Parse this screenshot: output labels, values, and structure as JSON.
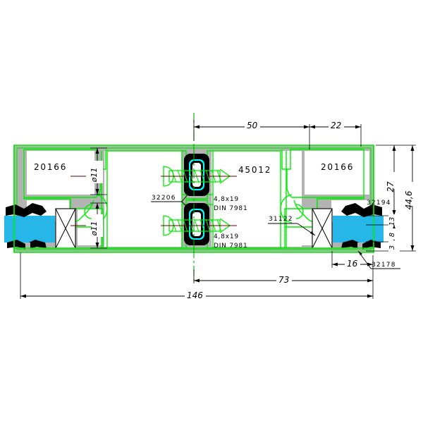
{
  "drawing": {
    "type": "cad-cross-section",
    "title": "Aluminium profile cross-section",
    "background_color": "#ffffff",
    "colors": {
      "outline": "#00ee00",
      "fill_aluminium": "#b3b3b3",
      "glass": "#27b6e8",
      "gasket": "#000000",
      "screw": "#00ee00",
      "dimension": "#000000",
      "centerline": "#00aa00",
      "axis_red": "#660000"
    }
  },
  "part_labels": {
    "left_profile": "20166",
    "right_profile": "20166",
    "center_profile": "45012",
    "isolator_left": "32206",
    "gasket_inner_right": "31122",
    "gasket_outer_right": "32194",
    "gasket_bottom_right": "32178"
  },
  "screws": [
    {
      "size": "4,8x19",
      "standard": "DIN 7981"
    },
    {
      "size": "4,8x19",
      "standard": "DIN 7981"
    }
  ],
  "dimensions": {
    "top": [
      {
        "value": "50"
      },
      {
        "value": "22"
      }
    ],
    "bottom": [
      {
        "value": "16"
      },
      {
        "value": "73"
      },
      {
        "value": "146"
      }
    ],
    "right": [
      {
        "value": "27"
      },
      {
        "value": "13"
      },
      {
        "value": "8"
      },
      {
        "value": "3"
      },
      {
        "value": "44,6"
      }
    ],
    "left_holes": [
      {
        "value": "ø11"
      },
      {
        "value": "ø11"
      }
    ]
  }
}
